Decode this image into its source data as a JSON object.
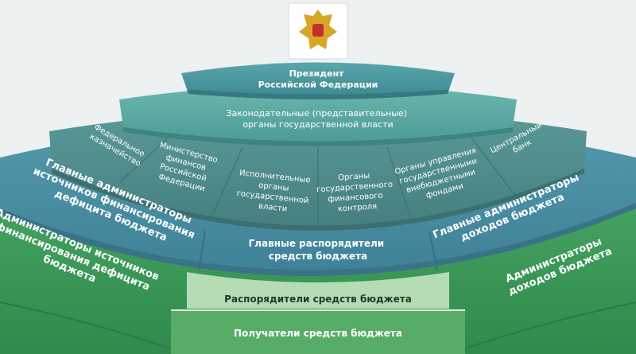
{
  "diagram": {
    "emblem": "russian-coat-of-arms",
    "president": [
      "Президент",
      "Российской Федерации"
    ],
    "legislative": [
      "Законодательные (представительные)",
      "органы государственной власти"
    ],
    "ring3": {
      "treasury": [
        "Федеральное",
        "казначейство"
      ],
      "minfin": [
        "Министерство",
        "финансов",
        "Российской",
        "Федерации"
      ],
      "executive": [
        "Исполнительные",
        "органы",
        "государственной",
        "власти"
      ],
      "control": [
        "Органы",
        "государственного",
        "финансового",
        "контроля"
      ],
      "funds": [
        "Органы управления",
        "государственными",
        "внебюджетными",
        "фондами"
      ],
      "central_bank": [
        "Центральный",
        "банк"
      ]
    },
    "ring4": {
      "left": [
        "Главные администраторы",
        "источников финансирования",
        "дефицита бюджета"
      ],
      "center": [
        "Главные распорядители",
        "средств бюджета"
      ],
      "right": [
        "Главные администраторы",
        "доходов бюджета"
      ]
    },
    "ring5": {
      "left": [
        "Администраторы источников",
        "финансирования дефицита",
        "бюджета"
      ],
      "right": [
        "Администраторы",
        "доходов бюджета"
      ]
    },
    "band1": "Распорядители средств бюджета",
    "band2": "Получатели средств бюджета",
    "colors": {
      "teal": "#4f9ea0",
      "blue": "#4a8ea3",
      "green": "#3f9a5c",
      "light_green": "#b5dcb4"
    }
  }
}
